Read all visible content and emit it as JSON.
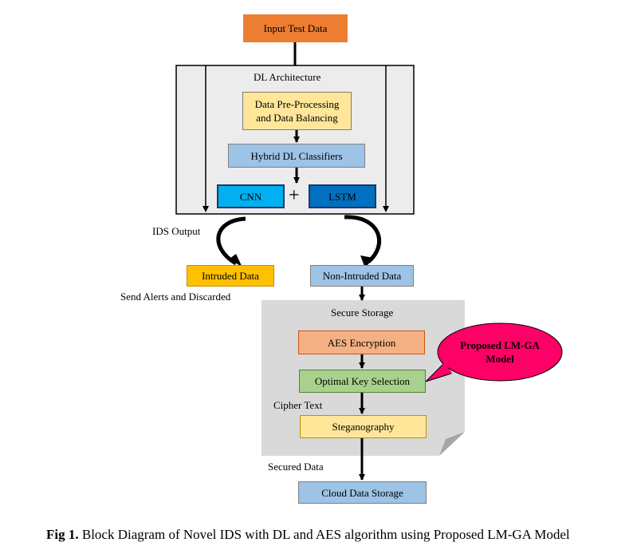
{
  "nodes": {
    "input": "Input Test Data",
    "dl_architecture": "DL Architecture",
    "preprocessing": "Data Pre-Processing and Data Balancing",
    "hybrid": "Hybrid DL Classifiers",
    "cnn": "CNN",
    "plus": "+",
    "lstm": "LSTM",
    "intruded": "Intruded Data",
    "non_intruded": "Non-Intruded Data",
    "secure_storage": "Secure Storage",
    "aes": "AES Encryption",
    "optimal_key": "Optimal Key Selection",
    "steganography": "Steganography",
    "cloud": "Cloud Data Storage",
    "proposed": "Proposed LM-GA Model"
  },
  "labels": {
    "ids_output": "IDS Output",
    "send_alerts": "Send Alerts and Discarded",
    "cipher_text": "Cipher Text",
    "secured_data": "Secured Data"
  },
  "caption": {
    "prefix": "Fig 1.",
    "text": " Block Diagram of Novel IDS with DL and AES algorithm using Proposed LM-GA Model"
  },
  "colors": {
    "input": "#ed7d31",
    "panel": "#ececec",
    "preprocessing": "#ffe699",
    "hybrid": "#9dc3e6",
    "cnn": "#00b0f0",
    "lstm": "#0070c0",
    "intruded": "#ffc000",
    "non_intruded": "#9dc3e6",
    "secure_panel": "#d9d9d9",
    "aes": "#f4b183",
    "optimal_key": "#a9d18e",
    "steganography": "#ffe699",
    "cloud": "#9dc3e6",
    "proposed": "#ff0066"
  }
}
